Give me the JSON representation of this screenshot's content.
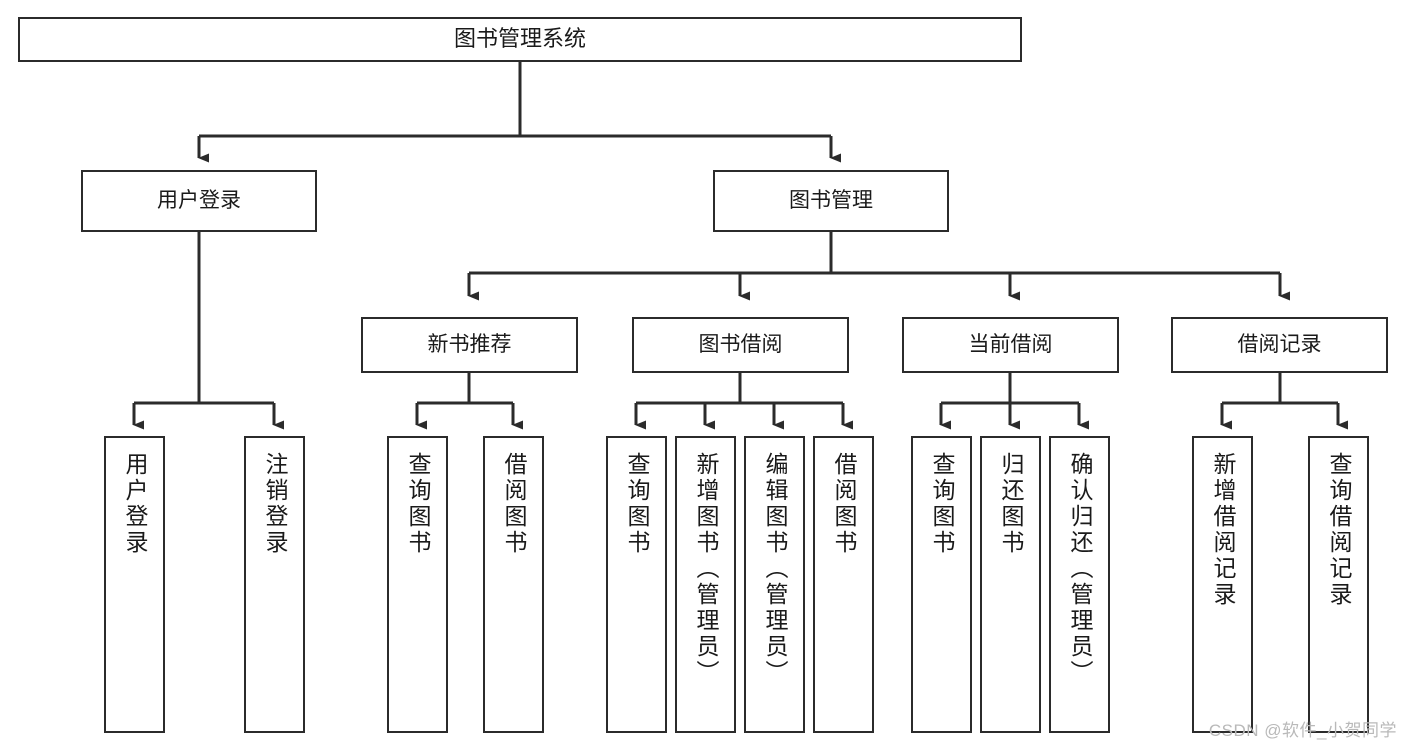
{
  "diagram": {
    "title": "图书管理系统",
    "type": "tree-hierarchy-chart",
    "background_color": "#ffffff",
    "border_color": "#2b2b2b",
    "text_color": "#1a1a1a",
    "watermark": "CSDN @软件_小贺同学"
  },
  "root": {
    "label": "图书管理系统"
  },
  "level2": [
    {
      "label": "用户登录"
    },
    {
      "label": "图书管理"
    }
  ],
  "level3": [
    {
      "label": "新书推荐"
    },
    {
      "label": "图书借阅"
    },
    {
      "label": "当前借阅"
    },
    {
      "label": "借阅记录"
    }
  ],
  "leaves": {
    "user_login": [
      {
        "label": "用户登录"
      },
      {
        "label": "注销登录"
      }
    ],
    "new_book_recommend": [
      {
        "label": "查询图书"
      },
      {
        "label": "借阅图书"
      }
    ],
    "book_borrow": [
      {
        "label": "查询图书"
      },
      {
        "label": "新增图书（管理员）"
      },
      {
        "label": "编辑图书（管理员）"
      },
      {
        "label": "借阅图书"
      }
    ],
    "current_borrow": [
      {
        "label": "查询图书"
      },
      {
        "label": "归还图书"
      },
      {
        "label": "确认归还（管理员）"
      }
    ],
    "borrow_record": [
      {
        "label": "新增借阅记录"
      },
      {
        "label": "查询借阅记录"
      }
    ]
  }
}
